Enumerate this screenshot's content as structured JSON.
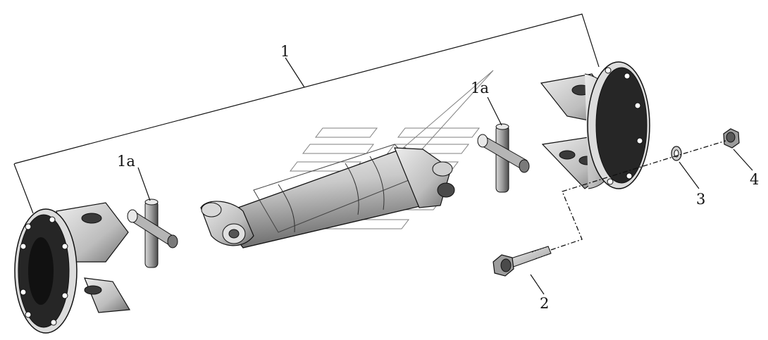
{
  "callouts": {
    "assembly": "1",
    "cross_left": "1a",
    "cross_right": "1a",
    "bolt": "2",
    "washer": "3",
    "nut": "4"
  },
  "colors": {
    "ink": "#111111",
    "metal_light": "#e2e2e2",
    "metal_mid": "#b9b9b9",
    "metal_dark": "#5a5a5a",
    "flange_face": "#1a1a1a"
  }
}
